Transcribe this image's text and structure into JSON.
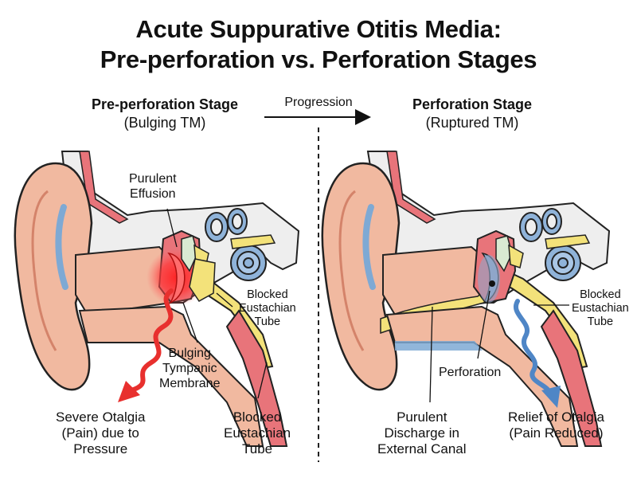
{
  "title": {
    "line1": "Acute Suppurative Otitis Media:",
    "line2": "Pre-perforation vs. Perforation Stages"
  },
  "progression": "Progression",
  "left_stage": {
    "heading": "Pre-perforation Stage",
    "subheading": "(Bulging TM)",
    "labels": {
      "effusion_1": "Purulent",
      "effusion_2": "Effusion",
      "blocked_1": "Blocked",
      "blocked_2": "Eustachian",
      "blocked_3": "Tube",
      "bulging_1": "Bulging",
      "bulging_2": "Tympanic",
      "bulging_3": "Membrane",
      "otalgia_1": "Severe Otalgia",
      "otalgia_2": "(Pain) due to",
      "otalgia_3": "Pressure",
      "blocked_bottom_1": "Blocked",
      "blocked_bottom_2": "Eustachian",
      "blocked_bottom_3": "Tube"
    }
  },
  "right_stage": {
    "heading": "Perforation Stage",
    "subheading": "(Ruptured TM)",
    "labels": {
      "blocked_1": "Blocked",
      "blocked_2": "Eustachian",
      "blocked_3": "Tube",
      "perforation": "Perforation",
      "discharge_1": "Purulent",
      "discharge_2": "Discharge in",
      "discharge_3": "External Canal",
      "relief_1": "Relief of Otalgia",
      "relief_2": "(Pain Reduced)"
    }
  },
  "colors": {
    "skin": "#f1b9a0",
    "skin_dark": "#e39a80",
    "bone": "#f0f0f0",
    "blue": "#8fb3d9",
    "yellow": "#f3e27a",
    "red_tissue": "#e8747a",
    "inflammation": "#ff2a2a",
    "pain_arrow": "#e8302e",
    "relief_arrow": "#4f86c6"
  }
}
